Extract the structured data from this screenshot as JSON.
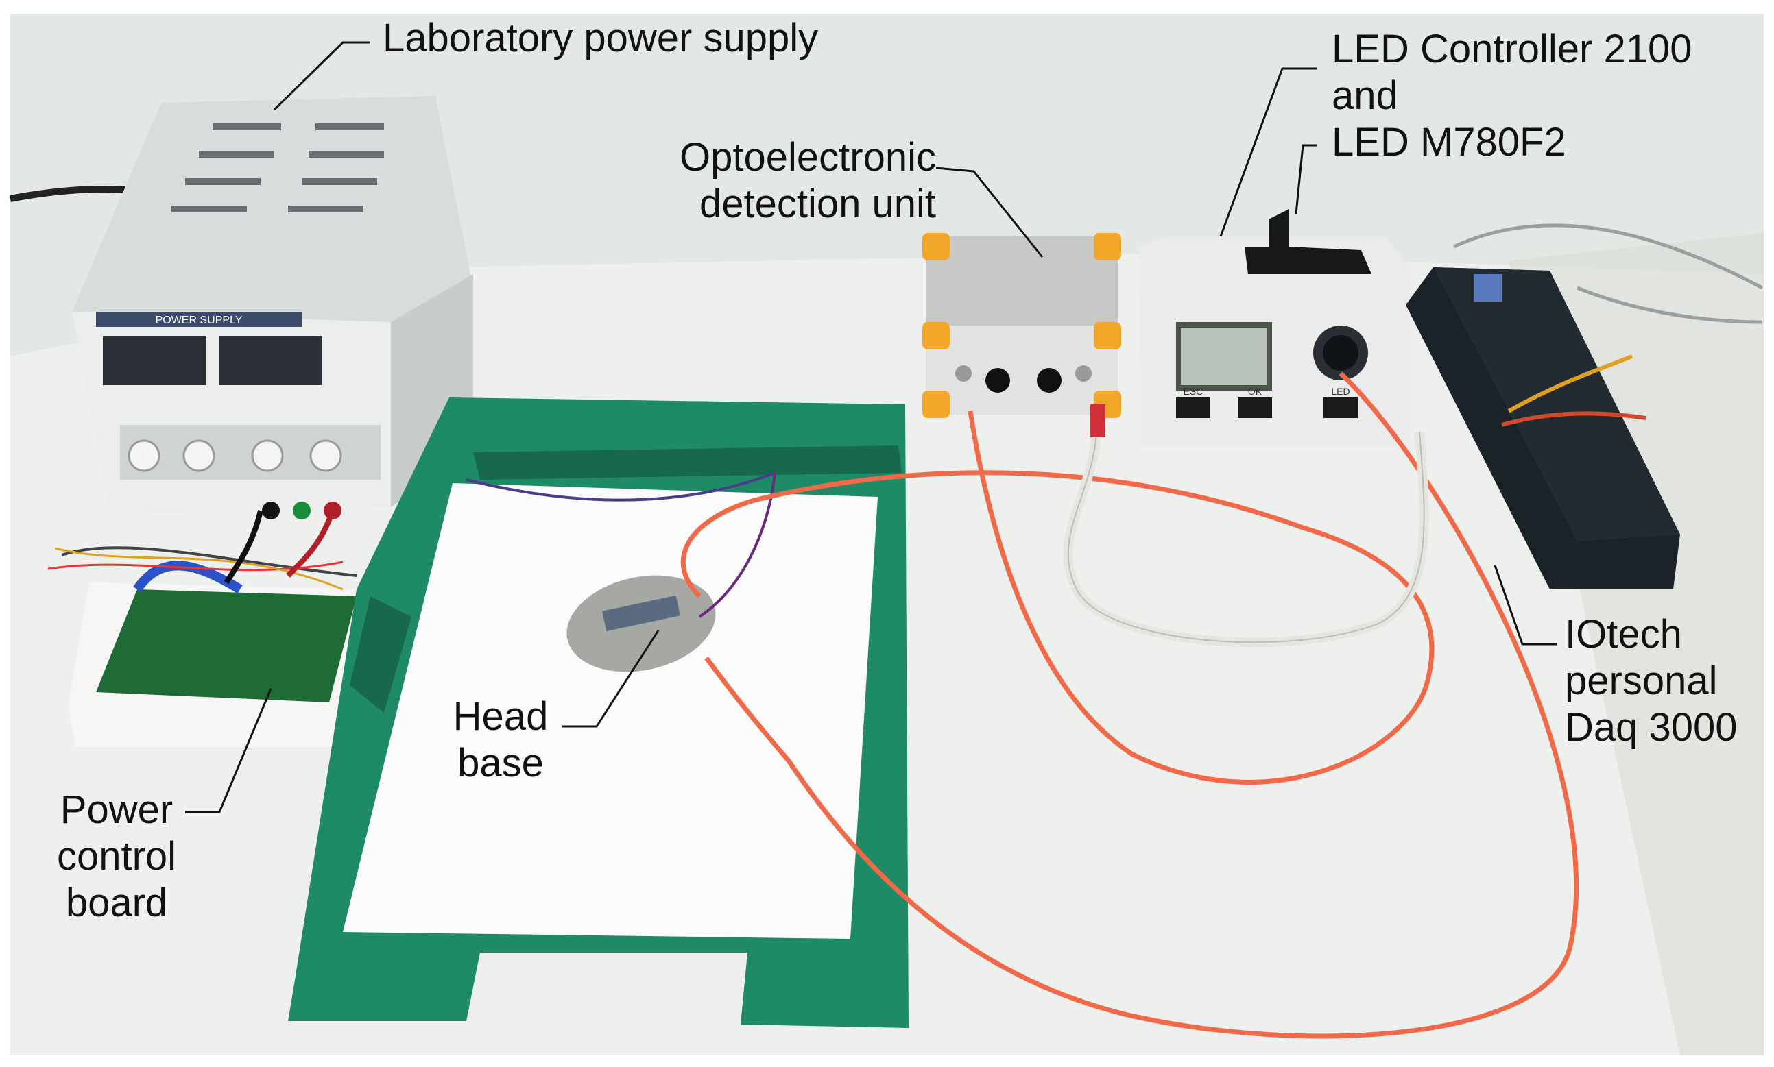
{
  "figure": {
    "labels": {
      "power_supply": [
        "Laboratory power supply"
      ],
      "detection_unit": [
        "Optoelectronic",
        "detection unit"
      ],
      "led_controller": [
        "LED Controller 2100",
        "and",
        "LED M780F2"
      ],
      "head_base": [
        "Head",
        "base"
      ],
      "power_control_board": [
        "Power",
        "control",
        "board"
      ],
      "daq": [
        "IOtech",
        "personal",
        "Daq 3000"
      ]
    },
    "device_text": {
      "power_supply_panel": "POWER SUPPLY",
      "controller_buttons": [
        "ESC",
        "OK",
        "LED"
      ]
    },
    "colors": {
      "wall": "#e4e8e4",
      "table": "#eef0ee",
      "tray": "#1f8a66",
      "fiber": "#f06a4a",
      "cable_white": "#e6e6e0",
      "enclosure_orange": "#f2a62a",
      "daq_body": "#1b2228"
    }
  }
}
